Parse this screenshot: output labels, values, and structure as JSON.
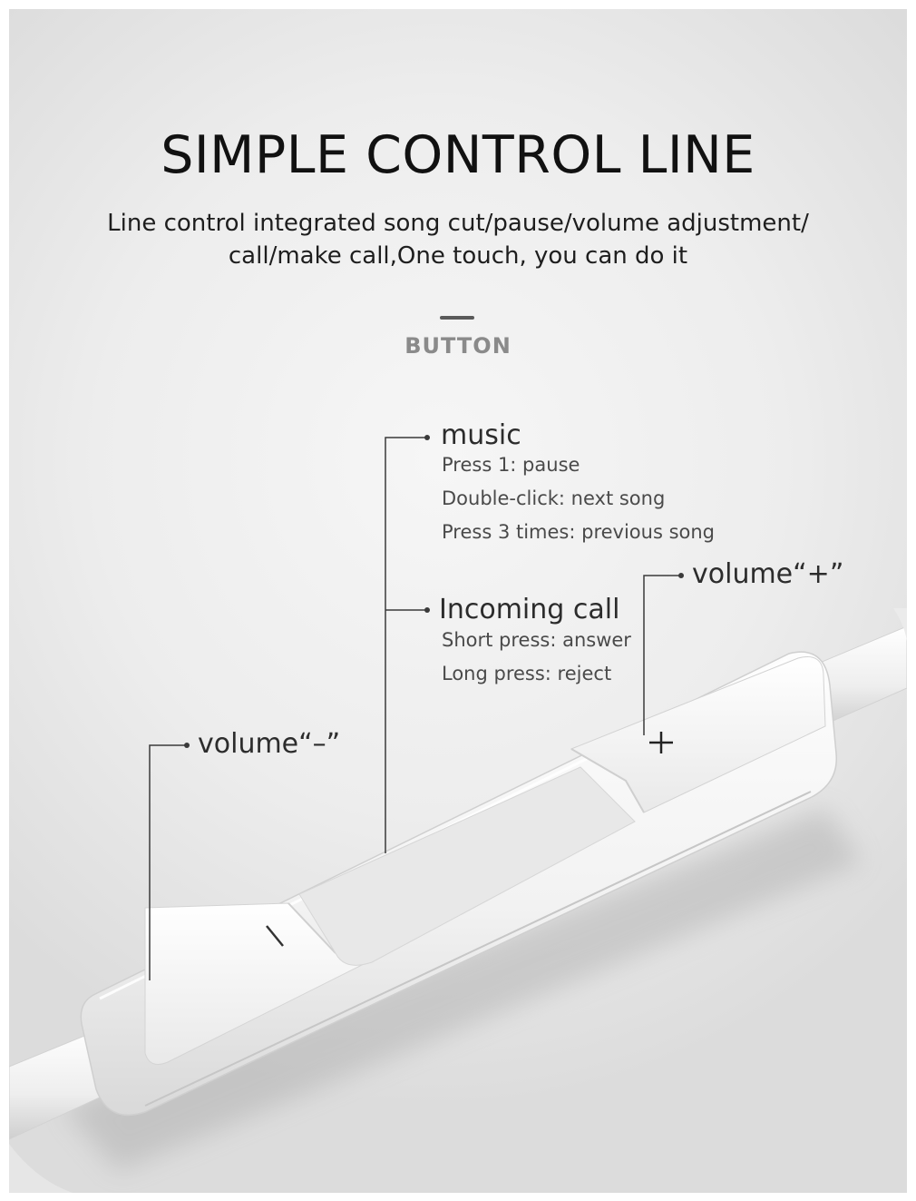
{
  "title": "SIMPLE CONTROL LINE",
  "subtitle": {
    "line1": "Line control integrated song cut/pause/volume adjustment/",
    "line2": "call/make call,One touch, you can do it"
  },
  "section_label": "BUTTON",
  "callouts": {
    "music": {
      "heading": "music",
      "lines": [
        "Press 1: pause",
        "Double-click: next song",
        "Press 3 times: previous song"
      ]
    },
    "incoming_call": {
      "heading": "Incoming call",
      "lines": [
        "Short press: answer",
        "Long press: reject"
      ]
    },
    "volume_up": {
      "heading": "volume“+”"
    },
    "volume_down": {
      "heading": "volume“–”"
    }
  },
  "buttons": {
    "plus_symbol": "+",
    "minus_symbol": "|"
  }
}
